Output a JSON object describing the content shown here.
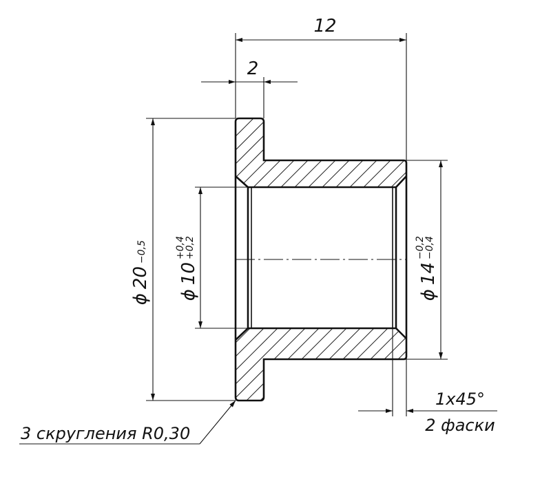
{
  "drawing": {
    "dims": {
      "overall_length": "12",
      "flange_thickness": "2",
      "flange_diameter": {
        "symbol": "ϕ",
        "value": "20",
        "tol": "−0,5"
      },
      "bore_diameter": {
        "symbol": "ϕ",
        "value": "10",
        "tol_upper": "+0,4",
        "tol_lower": "+0,2"
      },
      "outer_diameter": {
        "symbol": "ϕ",
        "value": "14",
        "tol_upper": "−0,2",
        "tol_lower": "−0,4"
      }
    },
    "notes": {
      "chamfer_size": "1x45°",
      "chamfer_count": "2 фаски",
      "fillets": "3 скругления R0,30"
    }
  }
}
